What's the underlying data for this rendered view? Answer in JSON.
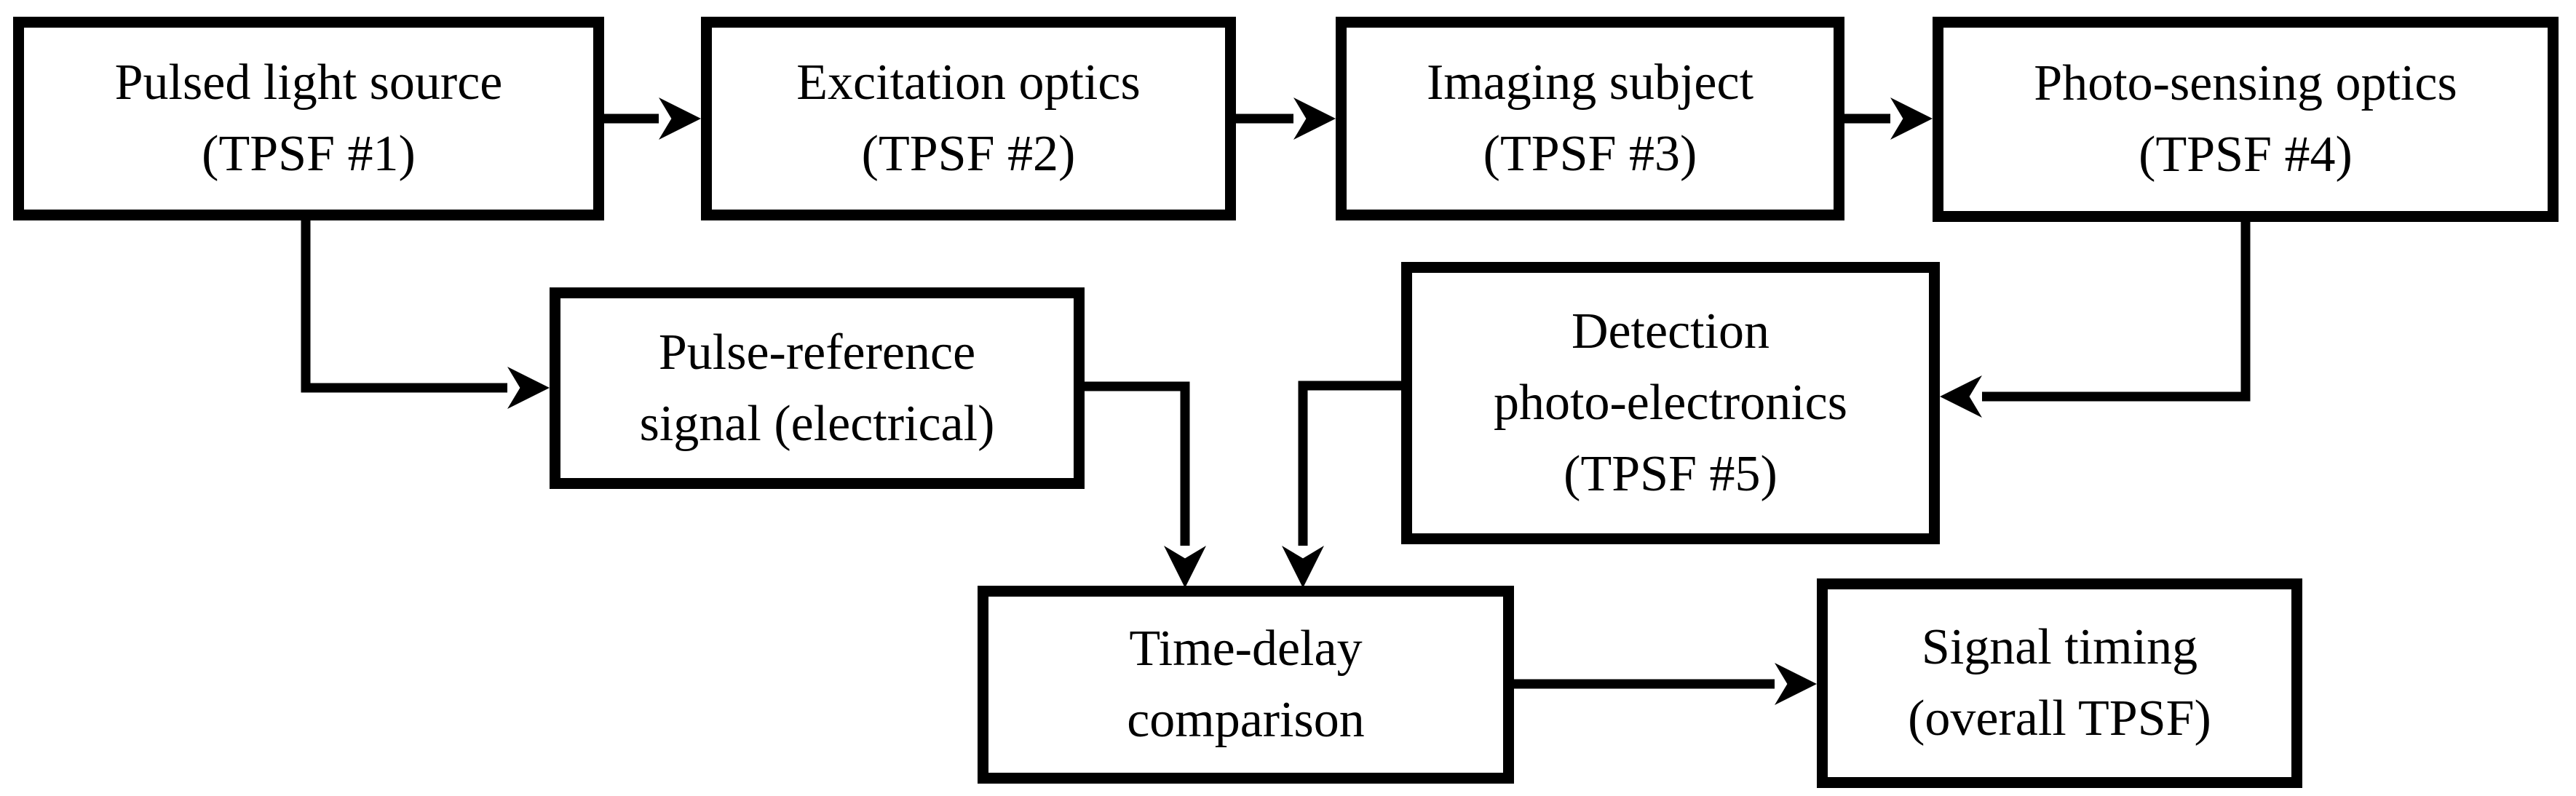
{
  "figure": {
    "type": "block-diagram",
    "background_color": "#ffffff",
    "line_color": "#000000",
    "boxes": {
      "pulsed_light_source": {
        "label": "Pulsed light source\n(TPSF #1)"
      },
      "excitation_optics": {
        "label": "Excitation optics\n(TPSF #2)"
      },
      "imaging_subject": {
        "label": "Imaging subject\n(TPSF #3)"
      },
      "photo_sensing_optics": {
        "label": "Photo-sensing optics\n(TPSF #4)"
      },
      "pulse_reference_signal": {
        "label": "Pulse-reference\nsignal (electrical)"
      },
      "detection_photo_electronics": {
        "label": "Detection\nphoto-electronics\n(TPSF #5)"
      },
      "time_delay_comparison": {
        "label": "Time-delay\ncomparison"
      },
      "signal_timing": {
        "label": "Signal timing\n(overall TPSF)"
      }
    },
    "connectors": [
      {
        "from": "pulsed_light_source",
        "to": "excitation_optics"
      },
      {
        "from": "excitation_optics",
        "to": "imaging_subject"
      },
      {
        "from": "imaging_subject",
        "to": "photo_sensing_optics"
      },
      {
        "from": "pulsed_light_source",
        "to": "pulse_reference_signal"
      },
      {
        "from": "photo_sensing_optics",
        "to": "detection_photo_electronics"
      },
      {
        "from": "pulse_reference_signal",
        "to": "time_delay_comparison"
      },
      {
        "from": "detection_photo_electronics",
        "to": "time_delay_comparison"
      },
      {
        "from": "time_delay_comparison",
        "to": "signal_timing"
      }
    ]
  }
}
